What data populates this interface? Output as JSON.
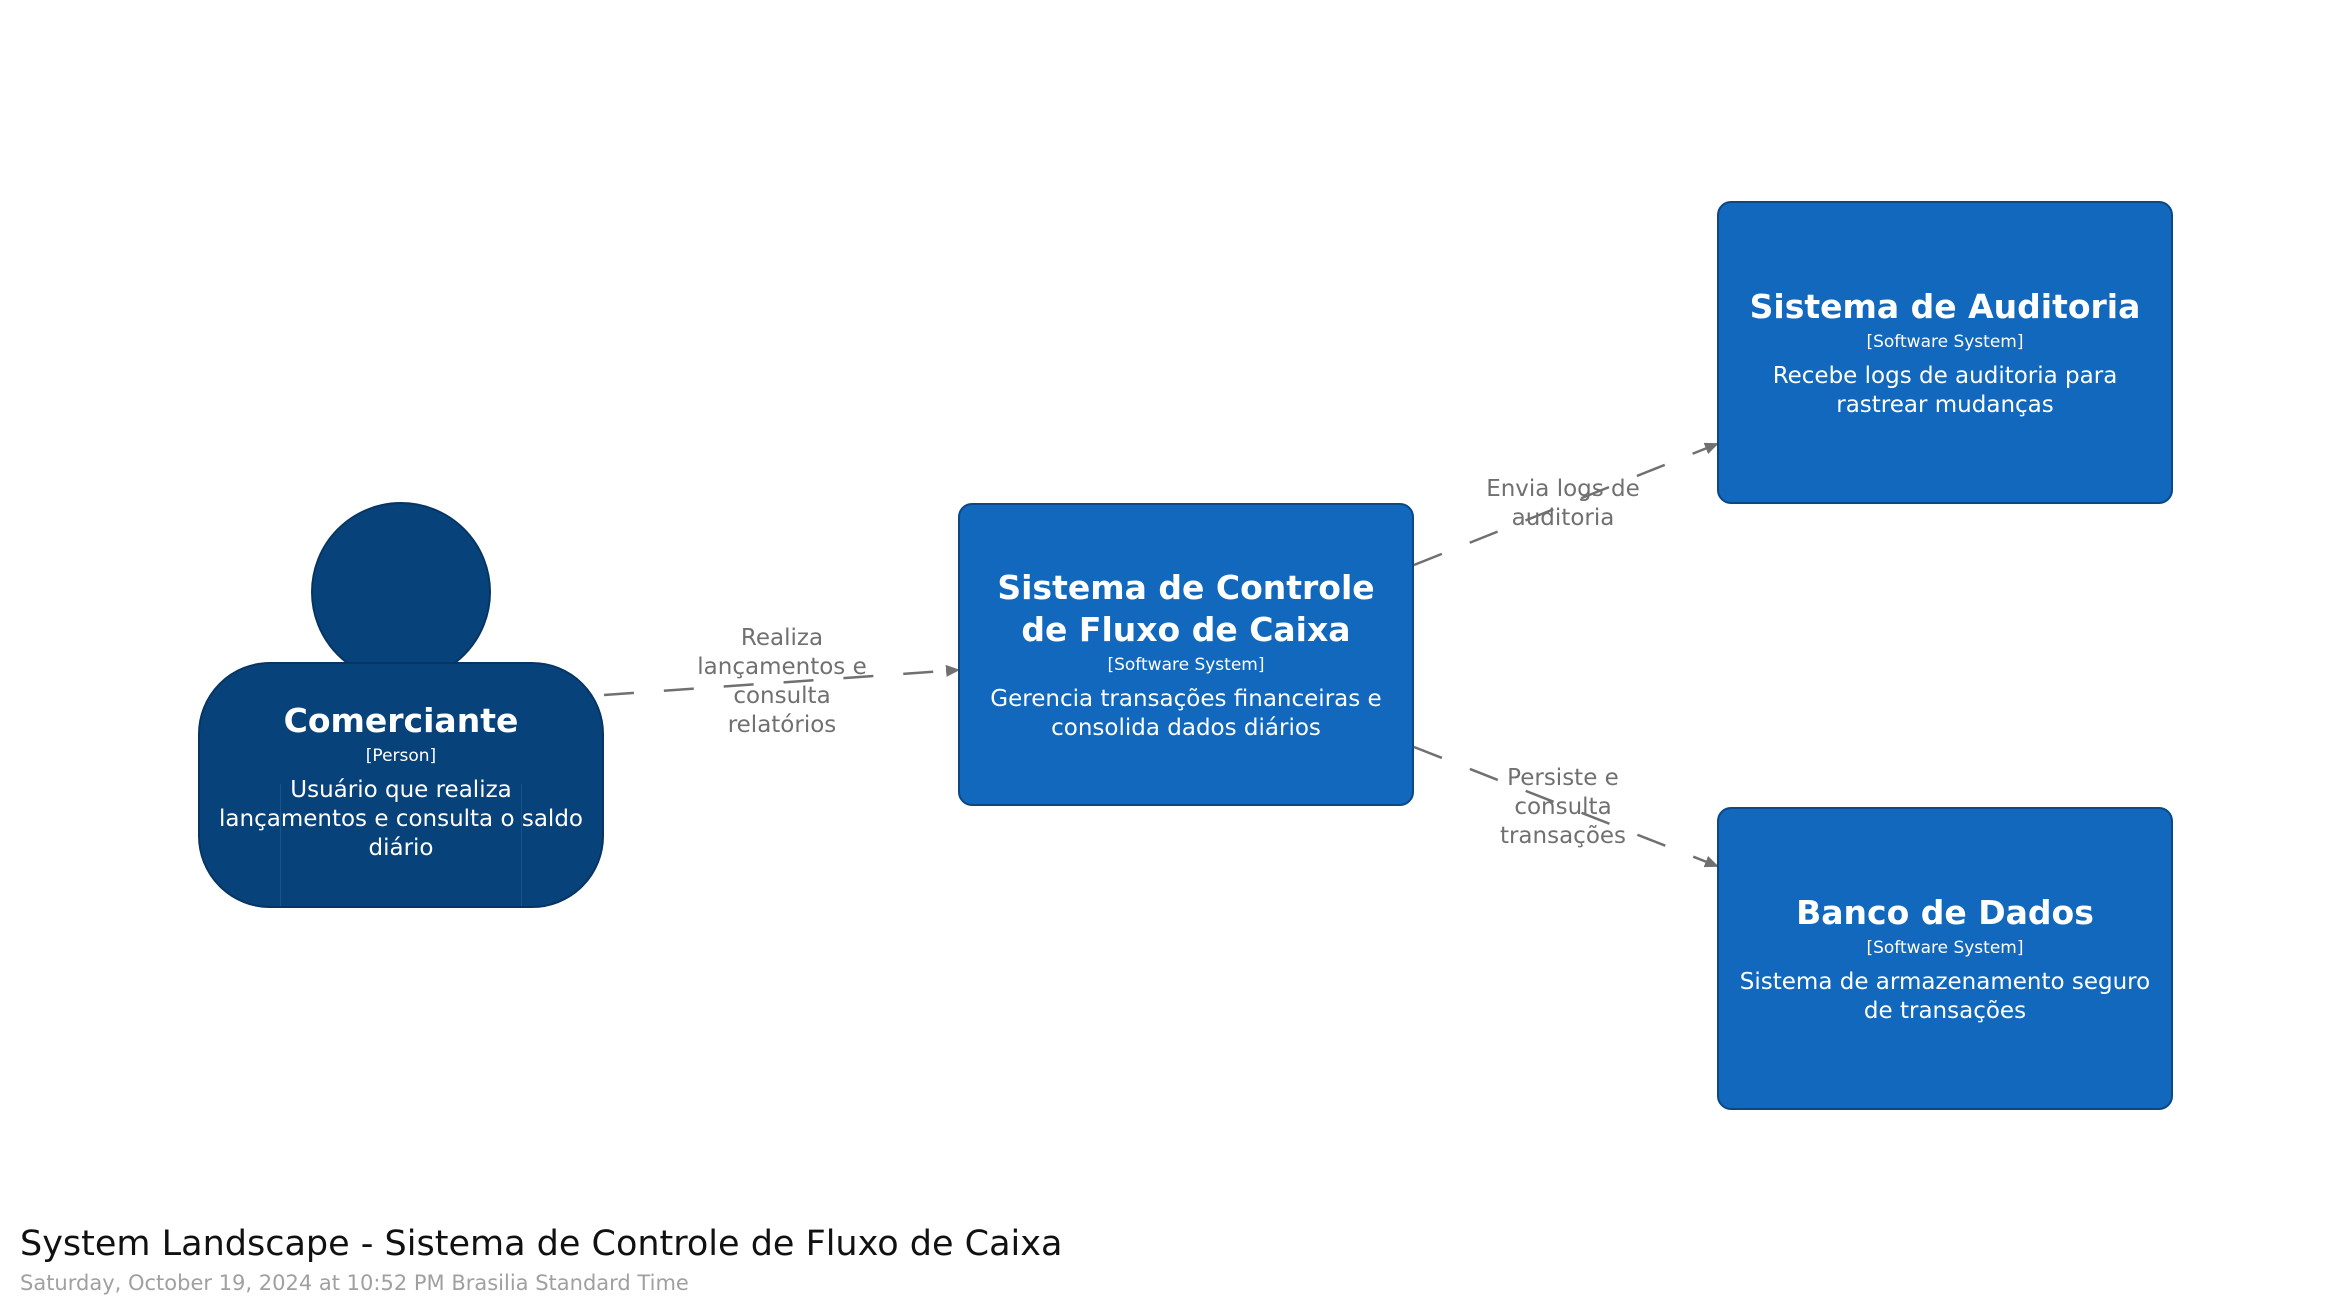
{
  "diagram": {
    "title": "System Landscape - Sistema de Controle de Fluxo de Caixa",
    "timestamp": "Saturday, October 19, 2024 at 10:52 PM Brasilia Standard Time"
  },
  "elements": {
    "comerciante": {
      "name": "Comerciante",
      "type": "[Person]",
      "description": "Usuário que realiza lançamentos e consulta o saldo diário"
    },
    "fluxo_caixa": {
      "name": "Sistema de Controle de Fluxo de Caixa",
      "type": "[Software System]",
      "description": "Gerencia transações financeiras e consolida dados diários"
    },
    "auditoria": {
      "name": "Sistema de Auditoria",
      "type": "[Software System]",
      "description": "Recebe logs de auditoria para rastrear mudanças"
    },
    "banco_dados": {
      "name": "Banco de Dados",
      "type": "[Software System]",
      "description": "Sistema de armazenamento seguro de transações"
    }
  },
  "relationships": {
    "comerciante_to_fluxo": "Realiza lançamentos e consulta relatórios",
    "fluxo_to_auditoria": "Envia logs de auditoria",
    "fluxo_to_banco": "Persiste e consulta transações"
  },
  "colors": {
    "person": "#08427b",
    "software_system": "#1168bd",
    "relationship": "#707070"
  }
}
